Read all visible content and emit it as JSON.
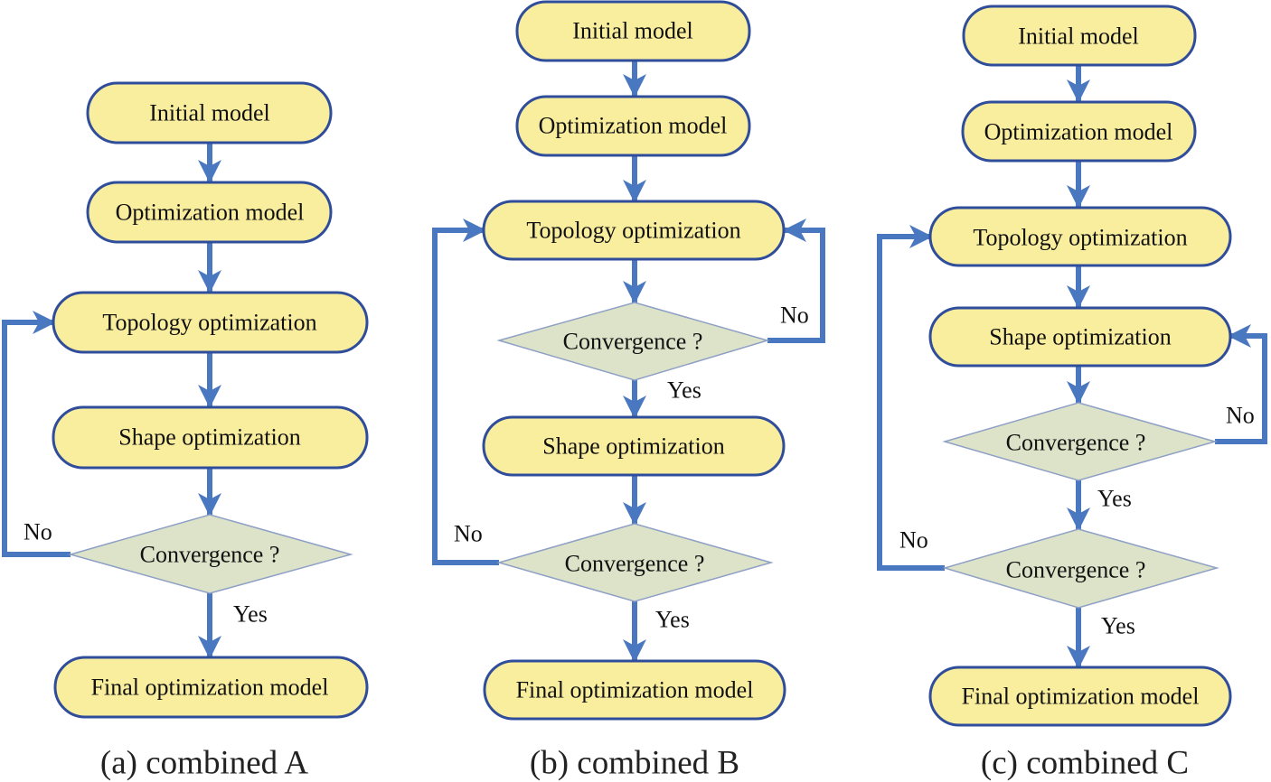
{
  "colors": {
    "terminal_fill": "#f9ee9d",
    "terminal_border": "#2f4d9a",
    "decision_fill": "#dde3c8",
    "arrow": "#4a78c0"
  },
  "a": {
    "caption": "(a) combined A",
    "n1": "Initial model",
    "n2": "Optimization model",
    "n3": "Topology optimization",
    "n4": "Shape optimization",
    "d1": "Convergence ?",
    "n5": "Final optimization model",
    "no": "No",
    "yes": "Yes"
  },
  "b": {
    "caption": "(b) combined B",
    "n1": "Initial model",
    "n2": "Optimization model",
    "n3": "Topology optimization",
    "d1": "Convergence ?",
    "n4": "Shape optimization",
    "d2": "Convergence ?",
    "n5": "Final optimization model",
    "no1": "No",
    "yes1": "Yes",
    "no2": "No",
    "yes2": "Yes"
  },
  "c": {
    "caption": "(c) combined C",
    "n1": "Initial model",
    "n2": "Optimization model",
    "n3": "Topology optimization",
    "n4": "Shape optimization",
    "d1": "Convergence ?",
    "d2": "Convergence ?",
    "n5": "Final optimization model",
    "no1": "No",
    "yes1": "Yes",
    "no2": "No",
    "yes2": "Yes"
  }
}
